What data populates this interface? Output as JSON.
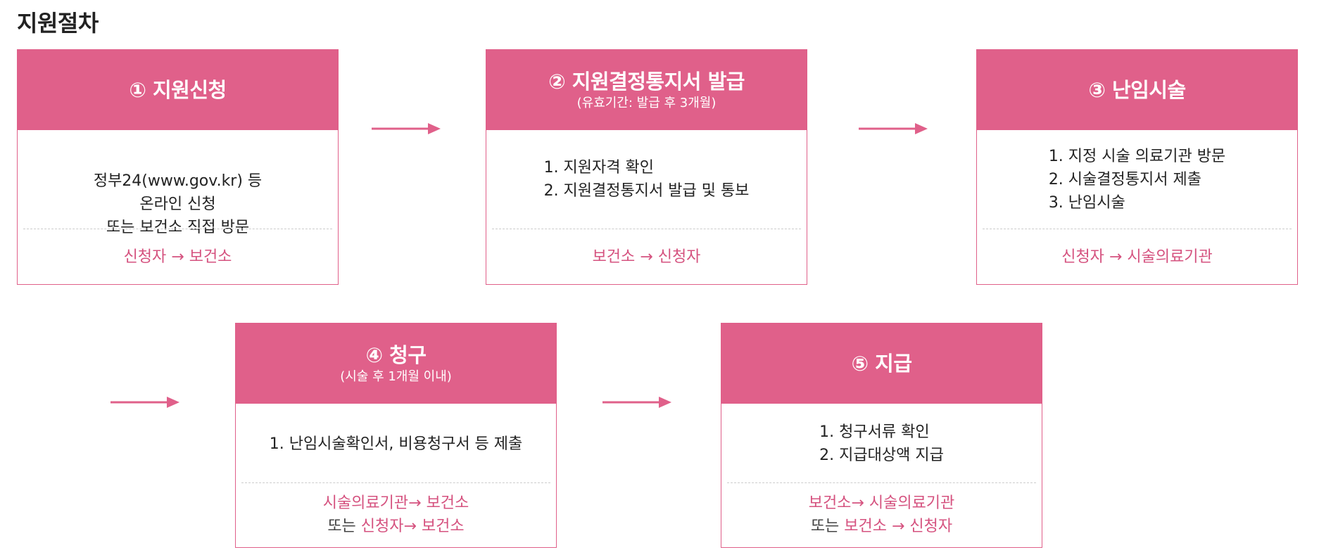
{
  "page": {
    "title": "지원절차"
  },
  "colors": {
    "accent": "#e0608a",
    "flow_text": "#d5527f",
    "divider": "#cccccc"
  },
  "steps": [
    {
      "title": "① 지원신청",
      "subtitle": "",
      "body": [
        "정부24(www.gov.kr) 등",
        "온라인 신청",
        "또는 보건소 직접 방문"
      ],
      "flow": [
        {
          "prefix": "",
          "text": "신청자 → 보건소"
        }
      ]
    },
    {
      "title": "② 지원결정통지서 발급",
      "subtitle": "(유효기간: 발급 후 3개월)",
      "body": [
        "1. 지원자격 확인",
        "2. 지원결정통지서 발급 및 통보"
      ],
      "flow": [
        {
          "prefix": "",
          "text": "보건소 → 신청자"
        }
      ]
    },
    {
      "title": "③ 난임시술",
      "subtitle": "",
      "body": [
        "1. 지정 시술 의료기관 방문",
        "2. 시술결정통지서 제출",
        "3. 난임시술"
      ],
      "flow": [
        {
          "prefix": "",
          "text": "신청자 → 시술의료기관"
        }
      ]
    },
    {
      "title": "④ 청구",
      "subtitle": "(시술 후 1개월 이내)",
      "body": [
        "1. 난임시술확인서, 비용청구서 등 제출"
      ],
      "flow": [
        {
          "prefix": "",
          "text": "시술의료기관→ 보건소"
        },
        {
          "prefix": "또는 ",
          "text": "신청자→ 보건소"
        }
      ]
    },
    {
      "title": "⑤ 지급",
      "subtitle": "",
      "body": [
        "1. 청구서류 확인",
        "2. 지급대상액 지급"
      ],
      "flow": [
        {
          "prefix": "",
          "text": "보건소→ 시술의료기관"
        },
        {
          "prefix": "또는 ",
          "text": "보건소 → 신청자"
        }
      ]
    }
  ]
}
